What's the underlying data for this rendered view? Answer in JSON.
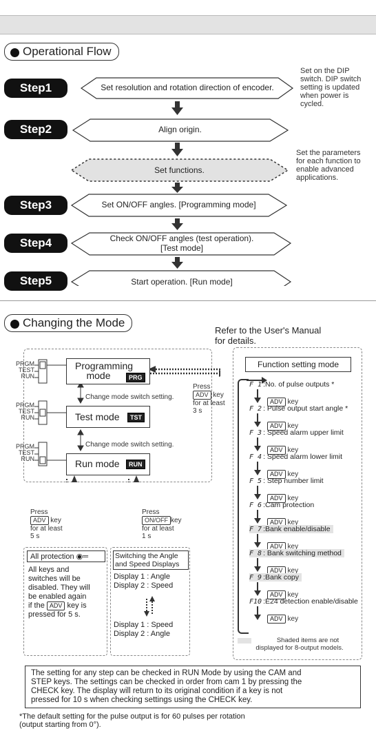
{
  "header": {
    "title": ""
  },
  "operational_flow": {
    "heading": "Operational Flow",
    "steps": [
      {
        "badge": "Step1",
        "text": "Set resolution and rotation direction of encoder."
      },
      {
        "badge": "Step2",
        "text": "Align origin."
      },
      {
        "badge": "",
        "text": "Set functions."
      },
      {
        "badge": "Step3",
        "text": "Set ON/OFF angles. [Programming mode]"
      },
      {
        "badge": "Step4",
        "text_line1": "Check ON/OFF angles (test operation).",
        "text_line2": "[Test mode]"
      },
      {
        "badge": "Step5",
        "text": "Start operation. [Run mode]"
      }
    ],
    "note_step1": [
      "Set on the DIP",
      "switch. DIP switch",
      "setting is updated",
      "when power is",
      "cycled."
    ],
    "note_functions": [
      "Set the parameters",
      "for each function to",
      "enable advanced",
      "applications."
    ]
  },
  "changing_mode": {
    "heading": "Changing the Mode",
    "refer": [
      "Refer to the User's Manual",
      "for details."
    ],
    "switch_labels": [
      "PRGM",
      "TEST",
      "RUN"
    ],
    "modes": [
      {
        "line1": "Programming",
        "line2": "mode",
        "tag": "PRG"
      },
      {
        "line1": "Test mode",
        "tag": "TST"
      },
      {
        "line1": "Run mode",
        "tag": "RUN"
      }
    ],
    "change_switch": "Change mode switch setting.",
    "press_adv": {
      "press": "Press",
      "key": "ADV",
      "suffix": "key",
      "line3": "for at least",
      "line4": "3 s"
    },
    "press_adv_5s": {
      "press": "Press",
      "key": "ADV",
      "suffix": "key",
      "line3": "for at least",
      "line4": "5 s"
    },
    "press_onoff": {
      "press": "Press",
      "key": "ON/OFF",
      "suffix": "key",
      "line3": "for at least",
      "line4": "1 s"
    },
    "all_protection": {
      "title": "All protection",
      "lines": [
        "All keys and",
        "switches will be",
        "disabled. They will",
        "be enabled again",
        "if the",
        "key is",
        "pressed for 5 s."
      ],
      "key": "ADV"
    },
    "switching": {
      "title_line1": "Switching the Angle",
      "title_line2": "and Speed Displays",
      "a1": "Display 1 : Angle",
      "a2": "Display 2 : Speed",
      "b1": "Display 1 : Speed",
      "b2": "Display 2 : Angle"
    },
    "function_mode": {
      "title": "Function setting mode",
      "key": "ADV",
      "key_suffix": "key",
      "items": [
        {
          "code": "F 1",
          "text": ":No. of pulse outputs *",
          "shaded": false
        },
        {
          "code": "F 2",
          "text": ": Pulse output start angle *",
          "shaded": false
        },
        {
          "code": "F 3",
          "text": ": Speed alarm upper limit",
          "shaded": false
        },
        {
          "code": "F 4",
          "text": ": Speed alarm lower limit",
          "shaded": false
        },
        {
          "code": "F 5",
          "text": ": Step number limit",
          "shaded": false
        },
        {
          "code": "F 6",
          "text": ":Cam protection",
          "shaded": false
        },
        {
          "code": "F 7",
          "text": ":Bank enable/disable",
          "shaded": true
        },
        {
          "code": "F 8",
          "text": ": Bank switching method",
          "shaded": true
        },
        {
          "code": "F 9",
          "text": ":Bank copy",
          "shaded": true
        },
        {
          "code": "F10",
          "text": ":E24 detection enable/disable",
          "shaded": false
        }
      ],
      "legend_line1": "Shaded items are not",
      "legend_line2": "displayed for 8-output models."
    }
  },
  "bottom_note": {
    "lines": [
      "The setting for any step can be checked in RUN Mode by using the CAM and",
      "STEP keys. The settings can be checked in order from cam 1 by pressing the",
      "CHECK key. The display will return to its original condition if a key is not",
      "pressed for 10 s when checking settings using the CHECK key."
    ]
  },
  "footnote": [
    "*The default setting for the pulse output is for 60 pulses per rotation",
    "(output starting from 0°)."
  ]
}
